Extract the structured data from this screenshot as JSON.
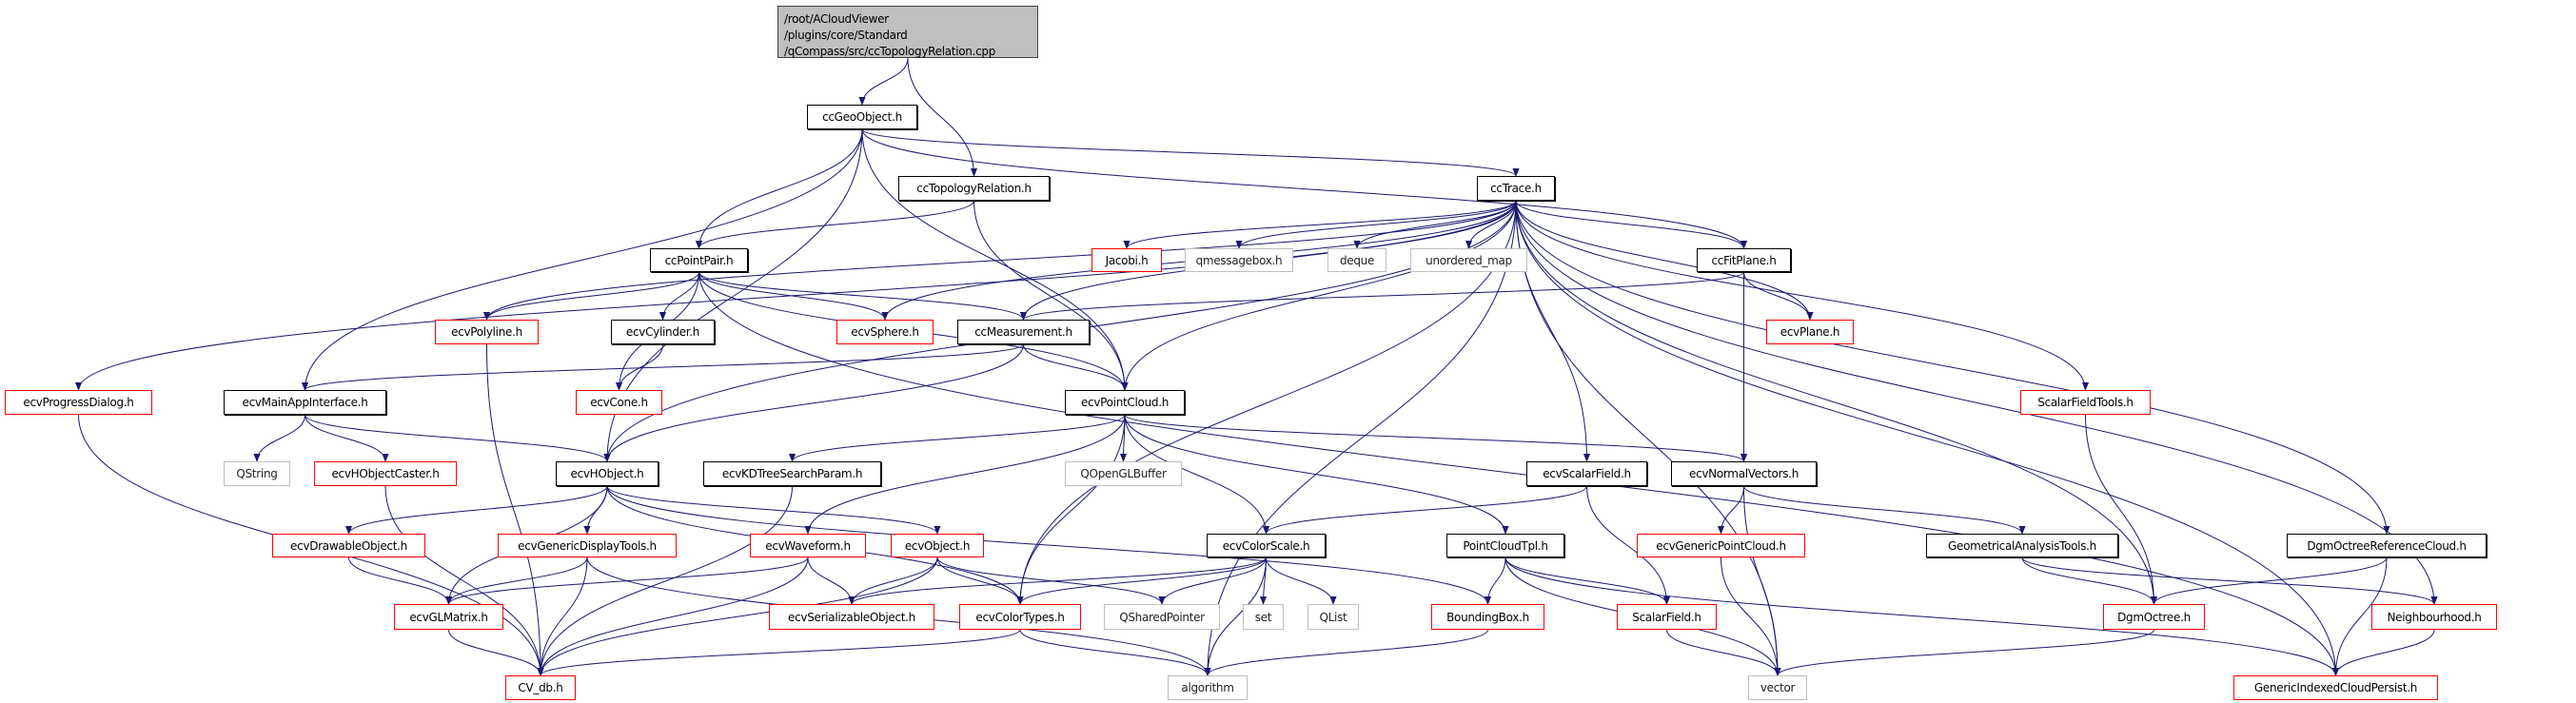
{
  "colors": {
    "edge": "#191970",
    "documented": "#000000",
    "undocumented": "#ff0000",
    "external": "#bfbfbf",
    "root_fill": "#bfbfbf"
  },
  "nodes": [
    {
      "id": "root",
      "label": "/root/ACloudViewer\n/plugins/core/Standard\n/qCompass/src/ccTopologyRelation.cpp",
      "style": "root"
    },
    {
      "id": "ccGeoObject",
      "label": "ccGeoObject.h",
      "style": "black"
    },
    {
      "id": "ccTopologyRelation",
      "label": "ccTopologyRelation.h",
      "style": "black"
    },
    {
      "id": "ccTrace",
      "label": "ccTrace.h",
      "style": "black"
    },
    {
      "id": "ccPointPair",
      "label": "ccPointPair.h",
      "style": "black"
    },
    {
      "id": "Jacobi",
      "label": "Jacobi.h",
      "style": "red"
    },
    {
      "id": "qmessagebox",
      "label": "qmessagebox.h",
      "style": "gray"
    },
    {
      "id": "deque",
      "label": "deque",
      "style": "gray"
    },
    {
      "id": "unordered_map",
      "label": "unordered_map",
      "style": "gray"
    },
    {
      "id": "ccFitPlane",
      "label": "ccFitPlane.h",
      "style": "black"
    },
    {
      "id": "ecvPolyline",
      "label": "ecvPolyline.h",
      "style": "red"
    },
    {
      "id": "ecvCylinder",
      "label": "ecvCylinder.h",
      "style": "black"
    },
    {
      "id": "ecvSphere",
      "label": "ecvSphere.h",
      "style": "red"
    },
    {
      "id": "ccMeasurement",
      "label": "ccMeasurement.h",
      "style": "black"
    },
    {
      "id": "ecvPlane",
      "label": "ecvPlane.h",
      "style": "red"
    },
    {
      "id": "ecvProgressDialog",
      "label": "ecvProgressDialog.h",
      "style": "red"
    },
    {
      "id": "ecvMainAppInterface",
      "label": "ecvMainAppInterface.h",
      "style": "black"
    },
    {
      "id": "ecvCone",
      "label": "ecvCone.h",
      "style": "red"
    },
    {
      "id": "ecvPointCloud",
      "label": "ecvPointCloud.h",
      "style": "black"
    },
    {
      "id": "ScalarFieldTools",
      "label": "ScalarFieldTools.h",
      "style": "red"
    },
    {
      "id": "QString",
      "label": "QString",
      "style": "gray"
    },
    {
      "id": "ecvHObjectCaster",
      "label": "ecvHObjectCaster.h",
      "style": "red"
    },
    {
      "id": "ecvHObject",
      "label": "ecvHObject.h",
      "style": "black"
    },
    {
      "id": "ecvKDTreeSearchParam",
      "label": "ecvKDTreeSearchParam.h",
      "style": "black"
    },
    {
      "id": "QOpenGLBuffer",
      "label": "QOpenGLBuffer",
      "style": "gray"
    },
    {
      "id": "ecvScalarField",
      "label": "ecvScalarField.h",
      "style": "black"
    },
    {
      "id": "ecvNormalVectors",
      "label": "ecvNormalVectors.h",
      "style": "black"
    },
    {
      "id": "ecvDrawableObject",
      "label": "ecvDrawableObject.h",
      "style": "red"
    },
    {
      "id": "ecvGenericDisplayTools",
      "label": "ecvGenericDisplayTools.h",
      "style": "red"
    },
    {
      "id": "ecvWaveform",
      "label": "ecvWaveform.h",
      "style": "red"
    },
    {
      "id": "ecvObject",
      "label": "ecvObject.h",
      "style": "red"
    },
    {
      "id": "ecvColorScale",
      "label": "ecvColorScale.h",
      "style": "black"
    },
    {
      "id": "PointCloudTpl",
      "label": "PointCloudTpl.h",
      "style": "black"
    },
    {
      "id": "ecvGenericPointCloud",
      "label": "ecvGenericPointCloud.h",
      "style": "red"
    },
    {
      "id": "GeometricalAnalysisTools",
      "label": "GeometricalAnalysisTools.h",
      "style": "black"
    },
    {
      "id": "DgmOctreeReferenceCloud",
      "label": "DgmOctreeReferenceCloud.h",
      "style": "black"
    },
    {
      "id": "ecvGLMatrix",
      "label": "ecvGLMatrix.h",
      "style": "red"
    },
    {
      "id": "ecvSerializableObject",
      "label": "ecvSerializableObject.h",
      "style": "red"
    },
    {
      "id": "ecvColorTypes",
      "label": "ecvColorTypes.h",
      "style": "red"
    },
    {
      "id": "QSharedPointer",
      "label": "QSharedPointer",
      "style": "gray"
    },
    {
      "id": "set",
      "label": "set",
      "style": "gray"
    },
    {
      "id": "QList",
      "label": "QList",
      "style": "gray"
    },
    {
      "id": "BoundingBox",
      "label": "BoundingBox.h",
      "style": "red"
    },
    {
      "id": "ScalarField",
      "label": "ScalarField.h",
      "style": "red"
    },
    {
      "id": "DgmOctree",
      "label": "DgmOctree.h",
      "style": "red"
    },
    {
      "id": "Neighbourhood",
      "label": "Neighbourhood.h",
      "style": "red"
    },
    {
      "id": "CV_db",
      "label": "CV_db.h",
      "style": "red"
    },
    {
      "id": "algorithm",
      "label": "algorithm",
      "style": "gray"
    },
    {
      "id": "vector",
      "label": "vector",
      "style": "gray"
    },
    {
      "id": "GenericIndexedCloudPersist",
      "label": "GenericIndexedCloudPersist.h",
      "style": "red"
    }
  ],
  "edges": [
    [
      "root",
      "ccGeoObject"
    ],
    [
      "root",
      "ccTopologyRelation"
    ],
    [
      "ccGeoObject",
      "ccTrace"
    ],
    [
      "ccGeoObject",
      "ccPointPair"
    ],
    [
      "ccGeoObject",
      "ecvHObject"
    ],
    [
      "ccGeoObject",
      "ecvMainAppInterface"
    ],
    [
      "ccGeoObject",
      "ecvPointCloud"
    ],
    [
      "ccGeoObject",
      "ccFitPlane"
    ],
    [
      "ccTopologyRelation",
      "ccPointPair"
    ],
    [
      "ccTopologyRelation",
      "ecvPointCloud"
    ],
    [
      "ccTrace",
      "Jacobi"
    ],
    [
      "ccTrace",
      "qmessagebox"
    ],
    [
      "ccTrace",
      "deque"
    ],
    [
      "ccTrace",
      "unordered_map"
    ],
    [
      "ccTrace",
      "ccFitPlane"
    ],
    [
      "ccTrace",
      "ecvPlane"
    ],
    [
      "ccTrace",
      "ecvPolyline"
    ],
    [
      "ccTrace",
      "ecvSphere"
    ],
    [
      "ccTrace",
      "ccMeasurement"
    ],
    [
      "ccTrace",
      "ecvPointCloud"
    ],
    [
      "ccTrace",
      "ecvHObject"
    ],
    [
      "ccTrace",
      "ecvProgressDialog"
    ],
    [
      "ccTrace",
      "ScalarFieldTools"
    ],
    [
      "ccTrace",
      "ecvScalarField"
    ],
    [
      "ccTrace",
      "vector"
    ],
    [
      "ccTrace",
      "algorithm"
    ],
    [
      "ccTrace",
      "ecvColorTypes"
    ],
    [
      "ccTrace",
      "DgmOctree"
    ],
    [
      "ccTrace",
      "DgmOctreeReferenceCloud"
    ],
    [
      "ccTrace",
      "Neighbourhood"
    ],
    [
      "ccTrace",
      "GenericIndexedCloudPersist"
    ],
    [
      "ccPointPair",
      "ecvPolyline"
    ],
    [
      "ccPointPair",
      "ecvCylinder"
    ],
    [
      "ccPointPair",
      "ecvCone"
    ],
    [
      "ccPointPair",
      "ecvSphere"
    ],
    [
      "ccPointPair",
      "ccMeasurement"
    ],
    [
      "ccPointPair",
      "ecvPointCloud"
    ],
    [
      "ccPointPair",
      "GenericIndexedCloudPersist"
    ],
    [
      "ccFitPlane",
      "ccMeasurement"
    ],
    [
      "ccFitPlane",
      "ecvPlane"
    ],
    [
      "ccFitPlane",
      "ecvNormalVectors"
    ],
    [
      "ecvPolyline",
      "CV_db"
    ],
    [
      "ecvCylinder",
      "ecvCone"
    ],
    [
      "ccMeasurement",
      "ecvMainAppInterface"
    ],
    [
      "ccMeasurement",
      "ecvPointCloud"
    ],
    [
      "ccMeasurement",
      "ecvHObject"
    ],
    [
      "ecvProgressDialog",
      "CV_db"
    ],
    [
      "ecvMainAppInterface",
      "QString"
    ],
    [
      "ecvMainAppInterface",
      "ecvHObjectCaster"
    ],
    [
      "ecvMainAppInterface",
      "ecvHObject"
    ],
    [
      "ecvPointCloud",
      "ecvKDTreeSearchParam"
    ],
    [
      "ecvPointCloud",
      "QOpenGLBuffer"
    ],
    [
      "ecvPointCloud",
      "ecvColorScale"
    ],
    [
      "ecvPointCloud",
      "ecvWaveform"
    ],
    [
      "ecvPointCloud",
      "PointCloudTpl"
    ],
    [
      "ecvPointCloud",
      "ecvNormalVectors"
    ],
    [
      "ecvPointCloud",
      "ecvColorTypes"
    ],
    [
      "ecvHObjectCaster",
      "CV_db"
    ],
    [
      "ecvHObject",
      "ecvDrawableObject"
    ],
    [
      "ecvHObject",
      "ecvGenericDisplayTools"
    ],
    [
      "ecvHObject",
      "ecvGLMatrix"
    ],
    [
      "ecvHObject",
      "ecvObject"
    ],
    [
      "ecvHObject",
      "ecvColorTypes"
    ],
    [
      "ecvHObject",
      "BoundingBox"
    ],
    [
      "ecvKDTreeSearchParam",
      "CV_db"
    ],
    [
      "ecvScalarField",
      "ecvColorScale"
    ],
    [
      "ecvScalarField",
      "ScalarField"
    ],
    [
      "ecvNormalVectors",
      "ecvGenericPointCloud"
    ],
    [
      "ecvNormalVectors",
      "GeometricalAnalysisTools"
    ],
    [
      "ecvNormalVectors",
      "vector"
    ],
    [
      "ecvDrawableObject",
      "ecvGLMatrix"
    ],
    [
      "ecvGenericDisplayTools",
      "ecvGLMatrix"
    ],
    [
      "ecvGenericDisplayTools",
      "CV_db"
    ],
    [
      "ecvGenericDisplayTools",
      "algorithm"
    ],
    [
      "ecvWaveform",
      "ecvGLMatrix"
    ],
    [
      "ecvWaveform",
      "CV_db"
    ],
    [
      "ecvWaveform",
      "ecvSerializableObject"
    ],
    [
      "ecvObject",
      "CV_db"
    ],
    [
      "ecvObject",
      "ecvSerializableObject"
    ],
    [
      "ecvObject",
      "ecvColorTypes"
    ],
    [
      "ecvObject",
      "QSharedPointer"
    ],
    [
      "ecvColorScale",
      "ecvSerializableObject"
    ],
    [
      "ecvColorScale",
      "ecvColorTypes"
    ],
    [
      "ecvColorScale",
      "QSharedPointer"
    ],
    [
      "ecvColorScale",
      "set"
    ],
    [
      "ecvColorScale",
      "QList"
    ],
    [
      "ecvColorScale",
      "algorithm"
    ],
    [
      "PointCloudTpl",
      "BoundingBox"
    ],
    [
      "PointCloudTpl",
      "ScalarField"
    ],
    [
      "PointCloudTpl",
      "vector"
    ],
    [
      "PointCloudTpl",
      "GenericIndexedCloudPersist"
    ],
    [
      "ecvGenericPointCloud",
      "vector"
    ],
    [
      "GeometricalAnalysisTools",
      "DgmOctree"
    ],
    [
      "GeometricalAnalysisTools",
      "Neighbourhood"
    ],
    [
      "DgmOctreeReferenceCloud",
      "DgmOctree"
    ],
    [
      "DgmOctreeReferenceCloud",
      "GenericIndexedCloudPersist"
    ],
    [
      "ScalarFieldTools",
      "DgmOctree"
    ],
    [
      "ecvGLMatrix",
      "CV_db"
    ],
    [
      "ecvColorTypes",
      "CV_db"
    ],
    [
      "ecvColorTypes",
      "algorithm"
    ],
    [
      "BoundingBox",
      "algorithm"
    ],
    [
      "ScalarField",
      "vector"
    ],
    [
      "DgmOctree",
      "vector"
    ],
    [
      "Neighbourhood",
      "GenericIndexedCloudPersist"
    ]
  ]
}
